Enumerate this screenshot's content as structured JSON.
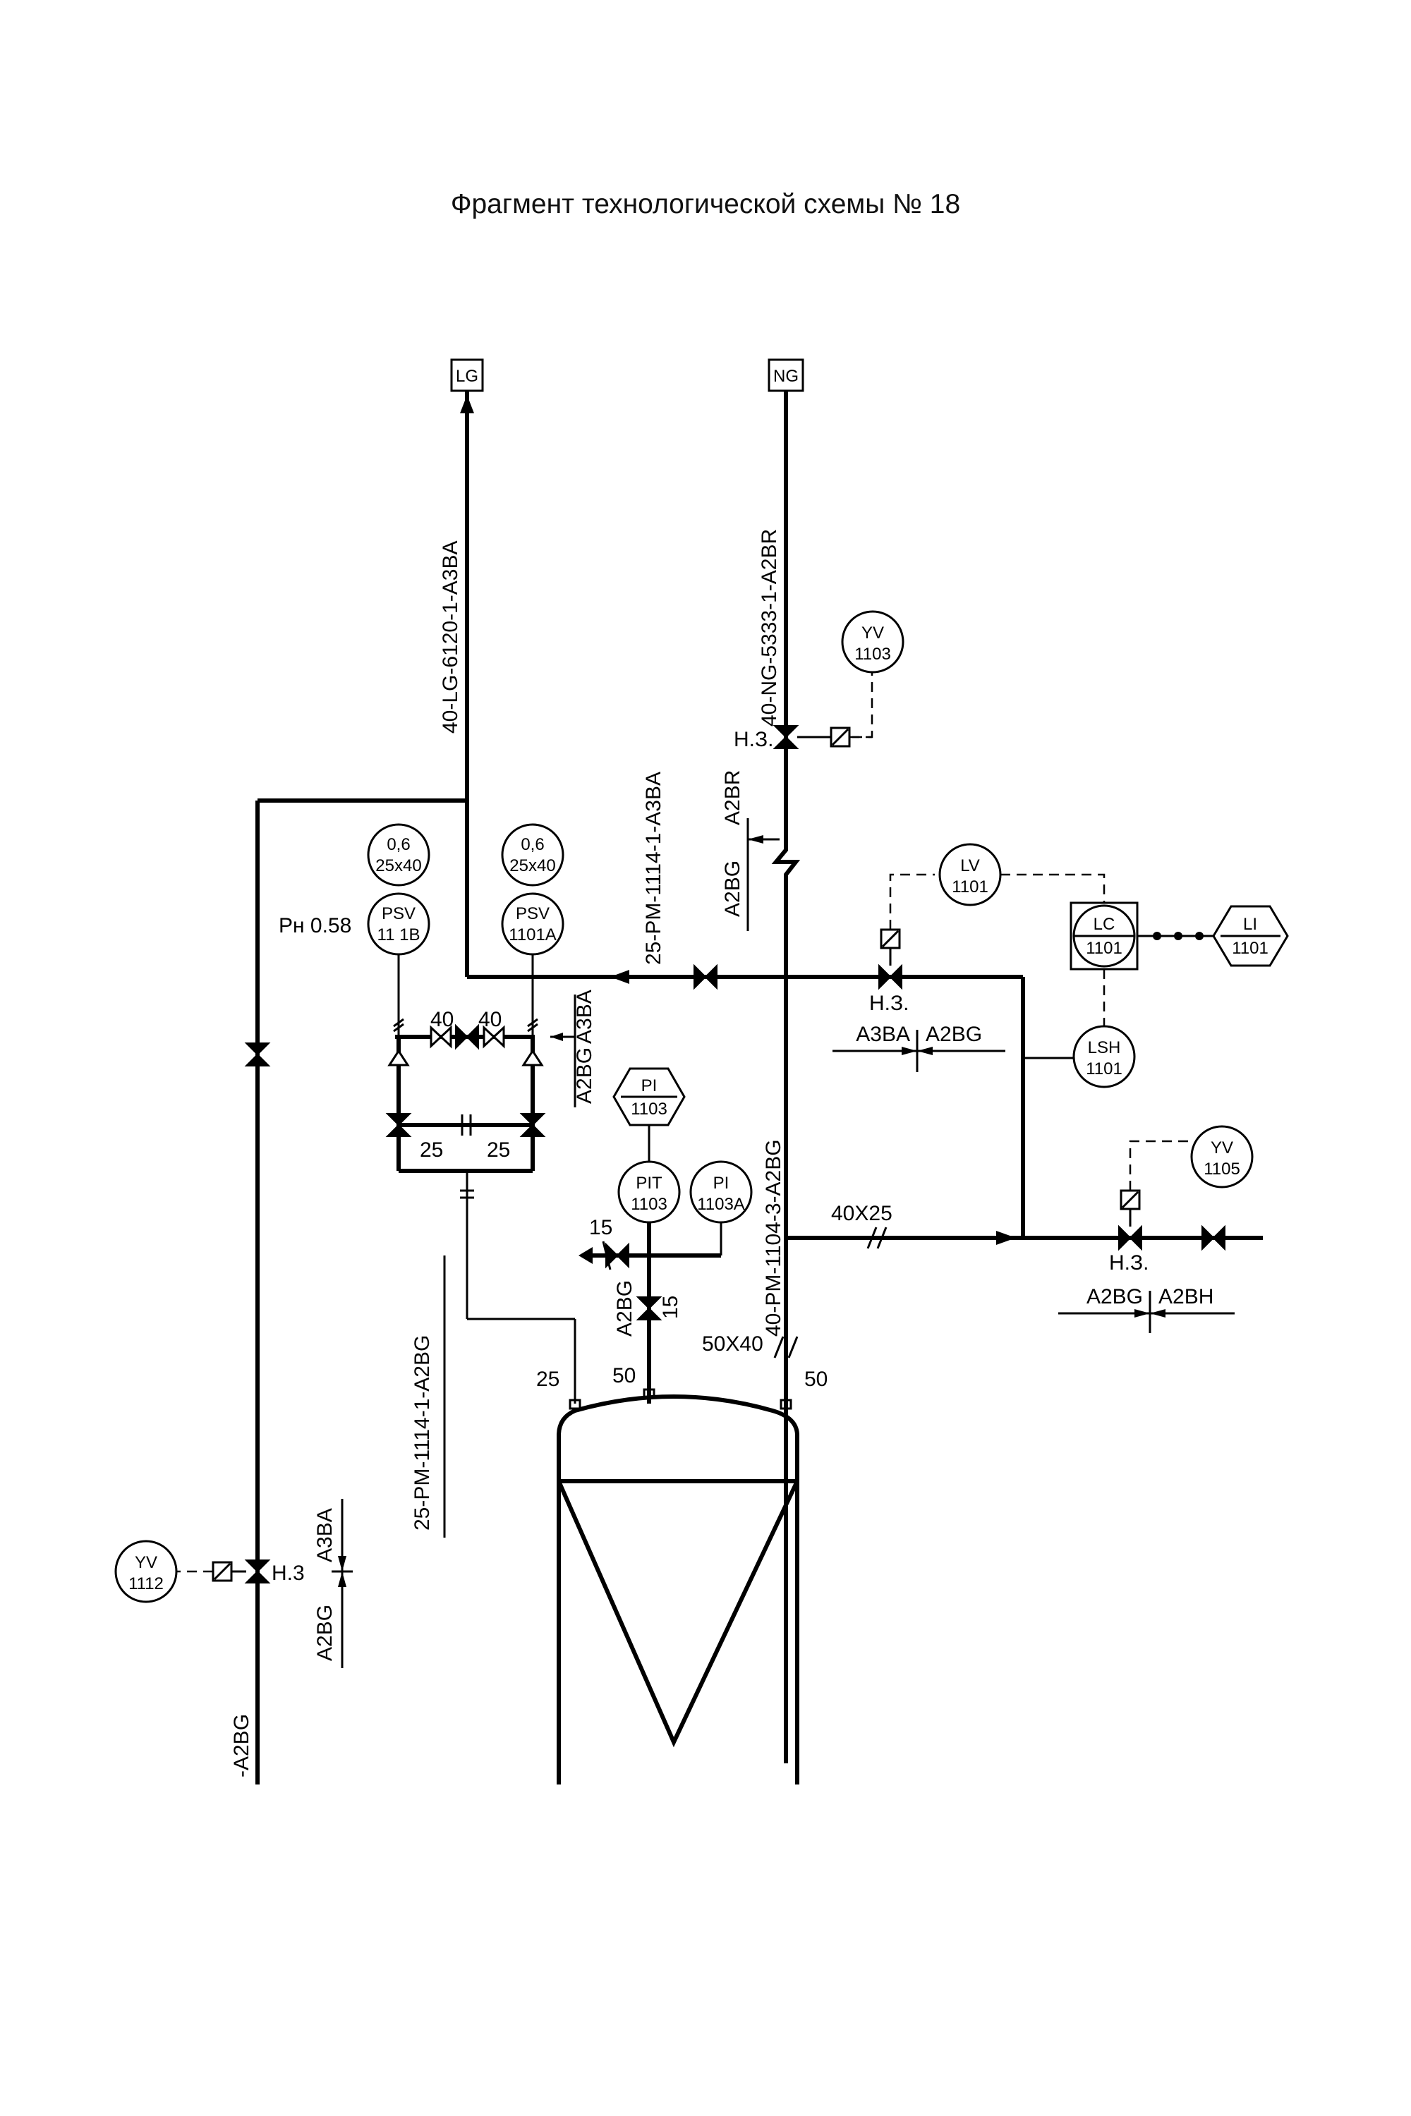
{
  "title": "Фрагмент технологической схемы № 18",
  "terminals": {
    "lg": "LG",
    "ng": "NG"
  },
  "lines": {
    "lg_line": "40-LG-6120-1-A3BA",
    "ng_line": "40-NG-5333-1-A2BR",
    "pm_top": "25-PM-1114-1-A3BA",
    "pm_main": "40-PM-1104-3-A2BG",
    "pm_bottom": "25-PM-1114-1-A2BG",
    "left_bottom": "-A2BG"
  },
  "instruments": {
    "yv1103": {
      "tag": "YV",
      "num": "1103"
    },
    "lv1101": {
      "tag": "LV",
      "num": "1101"
    },
    "lc1101": {
      "tag": "LC",
      "num": "1101"
    },
    "li1101": {
      "tag": "LI",
      "num": "1101"
    },
    "lsh1101": {
      "tag": "LSH",
      "num": "1101"
    },
    "yv1105": {
      "tag": "YV",
      "num": "1105"
    },
    "pi1103": {
      "tag": "PI",
      "num": "1103"
    },
    "pit1103": {
      "tag": "PIT",
      "num": "1103"
    },
    "pi1103a": {
      "tag": "PI",
      "num": "1103A"
    },
    "psv11b": {
      "tag": "PSV",
      "num": "11 1B",
      "set": "0,6",
      "size": "25x40"
    },
    "psv1101a": {
      "tag": "PSV",
      "num": "1101A",
      "set": "0,6",
      "size": "25x40"
    },
    "yv1112": {
      "tag": "YV",
      "num": "1112"
    }
  },
  "labels": {
    "pressure_set": "Рн 0.58",
    "nc": "Н.З.",
    "nc_left": "Н.3",
    "spec_a2bg": "A2BG",
    "spec_a2br": "A2BR",
    "spec_a3ba": "A3BA",
    "spec_a2bh": "A2BH",
    "dn40": "40",
    "dn25": "25",
    "dn50": "50",
    "dn15": "15",
    "reducer_40x25": "40X25",
    "reducer_50x40": "50X40"
  }
}
